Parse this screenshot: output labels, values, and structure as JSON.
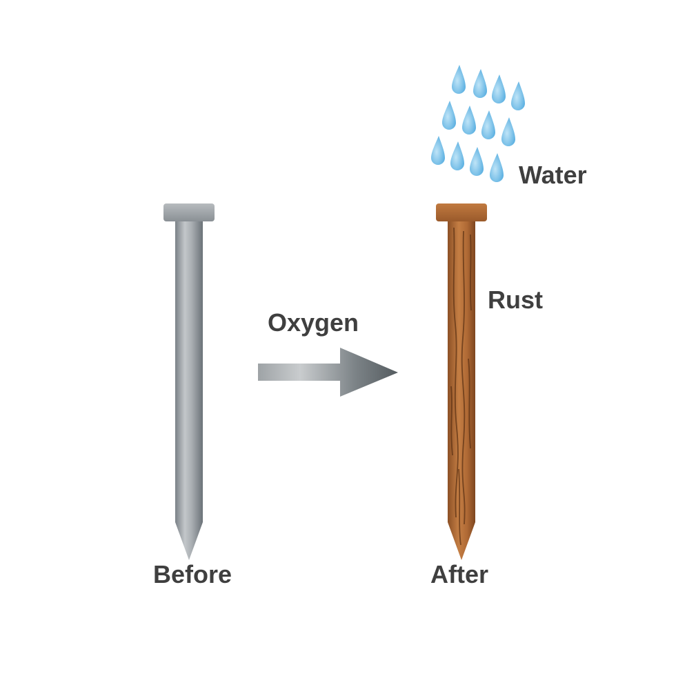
{
  "labels": {
    "before": "Before",
    "after": "After",
    "oxygen": "Oxygen",
    "water": "Water",
    "rust": "Rust"
  },
  "colors": {
    "text": "#3f3f3f",
    "steel_light": "#c6cacd",
    "steel_dark": "#6f767c",
    "rust_light": "#c98248",
    "rust_dark": "#8a4f24",
    "water_drop": "#7cc3ea",
    "arrow_light": "#c9ccce",
    "arrow_dark": "#5c6367"
  },
  "icons": {
    "steel_nail": "steel-nail-icon",
    "rusty_nail": "rusty-nail-icon",
    "process_arrow": "arrow-right-icon",
    "water_drops": "water-drop-icon"
  }
}
